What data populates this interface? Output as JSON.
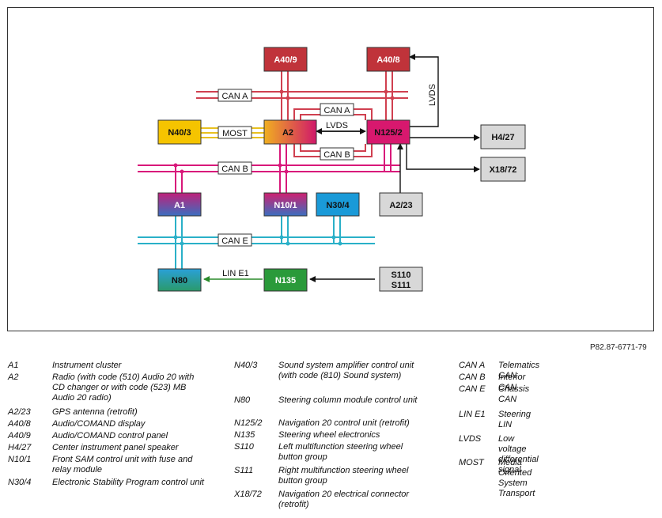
{
  "diagram": {
    "components": {
      "a40_9": "A40/9",
      "a40_8": "A40/8",
      "n40_3": "N40/3",
      "a2": "A2",
      "n125_2": "N125/2",
      "h4_27": "H4/27",
      "x18_72": "X18/72",
      "a1": "A1",
      "n10_1": "N10/1",
      "n30_4": "N30/4",
      "a2_23": "A2/23",
      "n80": "N80",
      "n135": "N135",
      "s110": "S110",
      "s111": "S111"
    },
    "bus_labels": {
      "can_a_main": "CAN A",
      "can_a_inner": "CAN A",
      "can_b_inner": "CAN B",
      "can_b_main": "CAN B",
      "can_e": "CAN E",
      "most": "MOST",
      "lvds_horizontal": "LVDS",
      "lvds_vertical": "LVDS",
      "lin_e1": "LIN E1"
    },
    "colors": {
      "can_a": "#d04050",
      "can_b": "#d8187a",
      "can_e": "#2ab0c8",
      "most": "#e8c020",
      "lin": "#3a9a3a"
    }
  },
  "reference": "P82.87-6771-79",
  "legend": {
    "col1": [
      {
        "code": "A1",
        "desc": "Instrument cluster"
      },
      {
        "code": "A2",
        "desc": "Radio (with code (510) Audio 20 with CD changer or with code (523) MB Audio 20 radio)"
      },
      {
        "code": "A2/23",
        "desc": "GPS antenna (retrofit)"
      },
      {
        "code": "A40/8",
        "desc": "Audio/COMAND display"
      },
      {
        "code": "A40/9",
        "desc": "Audio/COMAND control panel"
      },
      {
        "code": "H4/27",
        "desc": "Center instrument panel speaker"
      },
      {
        "code": "N10/1",
        "desc": "Front SAM control unit with fuse and relay module"
      },
      {
        "code": "N30/4",
        "desc": "Electronic Stability Program control unit"
      }
    ],
    "col2": [
      {
        "code": "N40/3",
        "desc": "Sound system amplifier control unit (with code (810) Sound system)"
      },
      {
        "code": "N80",
        "desc": "Steering column module control unit"
      },
      {
        "code": "N125/2",
        "desc": "Navigation 20 control unit (retrofit)"
      },
      {
        "code": "N135",
        "desc": "Steering wheel electronics"
      },
      {
        "code": "S110",
        "desc": "Left multifunction steering wheel button group"
      },
      {
        "code": "S111",
        "desc": "Right multifunction steering wheel button group"
      },
      {
        "code": "X18/72",
        "desc": "Navigation 20 electrical connector (retrofit)"
      }
    ],
    "col3": [
      {
        "code": "CAN A",
        "desc": "Telematics CAN"
      },
      {
        "code": "CAN B",
        "desc": "Interior CAN"
      },
      {
        "code": "CAN E",
        "desc": "Chassis CAN"
      },
      {
        "code": "LIN E1",
        "desc": "Steering LIN"
      },
      {
        "code": "LVDS",
        "desc": "Low voltage differential signal"
      },
      {
        "code": "MOST",
        "desc": "Media Oriented System Transport"
      }
    ]
  }
}
